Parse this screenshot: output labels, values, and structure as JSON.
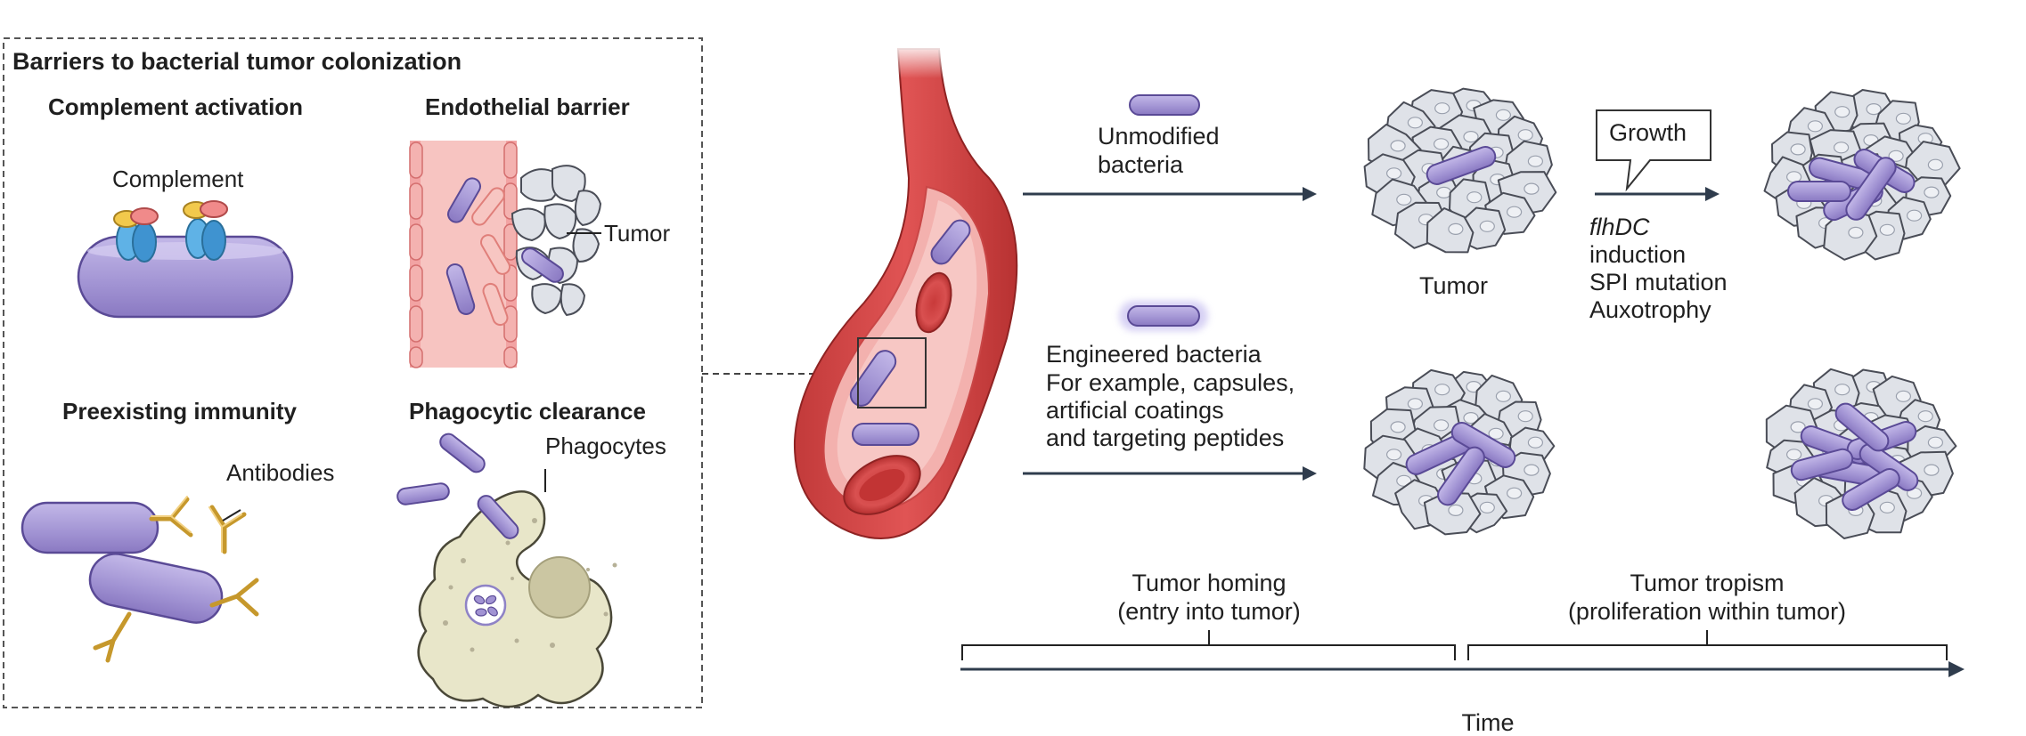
{
  "left_panel": {
    "title": "Barriers to bacterial tumor colonization",
    "complement_activation": {
      "heading": "Complement activation",
      "label": "Complement"
    },
    "endothelial_barrier": {
      "heading": "Endothelial barrier",
      "label": "Tumor"
    },
    "preexisting_immunity": {
      "heading": "Preexisting immunity",
      "label": "Antibodies"
    },
    "phagocytic_clearance": {
      "heading": "Phagocytic clearance",
      "label": "Phagocytes"
    }
  },
  "right_panel": {
    "unmodified": {
      "line1": "Unmodified",
      "line2": "bacteria"
    },
    "tumor_label": "Tumor",
    "growth_callout": "Growth",
    "growth_factors": {
      "line1": "flhDC",
      "line2": "induction",
      "line3": "SPI mutation",
      "line4": "Auxotrophy"
    },
    "engineered": {
      "line1": "Engineered bacteria",
      "line2": "For example, capsules,",
      "line3": "artificial coatings",
      "line4": "and targeting peptides"
    },
    "homing": {
      "line1": "Tumor homing",
      "line2": "(entry into tumor)"
    },
    "tropism": {
      "line1": "Tumor tropism",
      "line2": "(proliferation within tumor)"
    },
    "time_label": "Time"
  },
  "colors": {
    "bacterium": "#a99bd6",
    "bacterium_stroke": "#5a4a96",
    "tumor_cell": "#dfe2e8",
    "tumor_stroke": "#4a4d57",
    "vessel": "#d64545",
    "vessel_inner": "#f3b1ae",
    "arrow": "#2f3c4d",
    "antibody": "#e6b94d",
    "phagocyte": "#e8e6c9"
  }
}
